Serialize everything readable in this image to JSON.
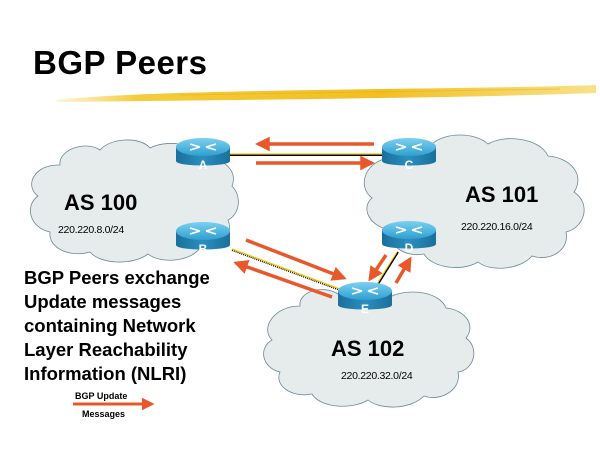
{
  "slide": {
    "title": "BGP Peers",
    "accent_color": "#f2c12e",
    "body_lines": [
      "BGP Peers exchange",
      "Update messages",
      "containing Network",
      "Layer Reachability",
      "Information (NLRI)"
    ]
  },
  "autonomous_systems": [
    {
      "id": "as100",
      "label": "AS 100",
      "network": "220.220.8.0/24",
      "routers": [
        "A",
        "B"
      ]
    },
    {
      "id": "as101",
      "label": "AS 101",
      "network": "220.220.16.0/24",
      "routers": [
        "C",
        "D"
      ]
    },
    {
      "id": "as102",
      "label": "AS 102",
      "network": "220.220.32.0/24",
      "routers": [
        "E"
      ]
    }
  ],
  "routers": {
    "A": "A",
    "B": "B",
    "C": "C",
    "D": "D",
    "E": "E"
  },
  "peerings": [
    {
      "from": "A",
      "to": "C",
      "bidirectional_updates": true
    },
    {
      "from": "B",
      "to": "E",
      "bidirectional_updates": true
    },
    {
      "from": "D",
      "to": "E",
      "bidirectional_updates": true
    }
  ],
  "legend": {
    "line1": "BGP Update",
    "line2": "Messages",
    "arrow_color": "#e8582a"
  },
  "colors": {
    "cloud_fill": "#e6ebec",
    "cloud_stroke": "#6b8a94",
    "router_top": "#3fa9d6",
    "router_side": "#1a7aa8",
    "link_color": "#f5c400",
    "update_arrow": "#e8582a"
  }
}
